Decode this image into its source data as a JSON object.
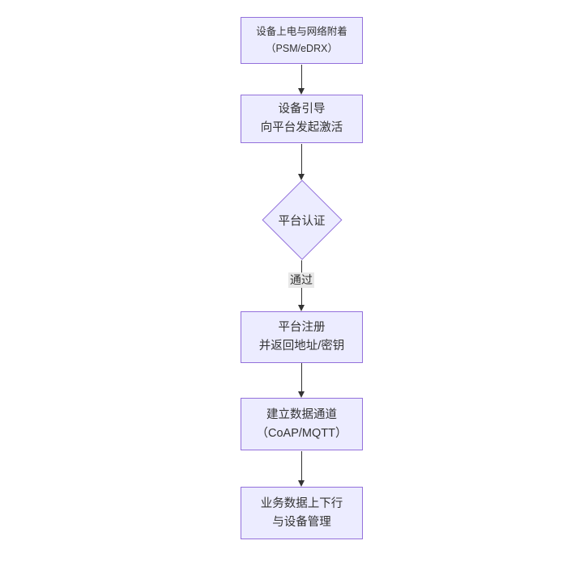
{
  "diagram": {
    "type": "flowchart",
    "direction": "top-down",
    "nodes": [
      {
        "id": "power-attach",
        "shape": "rect",
        "lines": [
          "设备上电与网络附着",
          "（PSM/eDRX）"
        ]
      },
      {
        "id": "bootstrap",
        "shape": "rect",
        "lines": [
          "设备引导",
          "向平台发起激活"
        ]
      },
      {
        "id": "platform-auth",
        "shape": "diamond",
        "lines": [
          "平台认证"
        ]
      },
      {
        "id": "register",
        "shape": "rect",
        "lines": [
          "平台注册",
          "并返回地址/密钥"
        ]
      },
      {
        "id": "data-channel",
        "shape": "rect",
        "lines": [
          "建立数据通道",
          "（CoAP/MQTT）"
        ]
      },
      {
        "id": "business-data",
        "shape": "rect",
        "lines": [
          "业务数据上下行",
          "与设备管理"
        ]
      }
    ],
    "edges": [
      {
        "from": "power-attach",
        "to": "bootstrap",
        "label": ""
      },
      {
        "from": "bootstrap",
        "to": "platform-auth",
        "label": ""
      },
      {
        "from": "platform-auth",
        "to": "register",
        "label": "通过"
      },
      {
        "from": "register",
        "to": "data-channel",
        "label": ""
      },
      {
        "from": "data-channel",
        "to": "business-data",
        "label": ""
      }
    ],
    "colors": {
      "node_fill": "#ECECFF",
      "node_border": "#9370DB",
      "text": "#333333",
      "arrow": "#333333",
      "edge_label_bg": "#e8e8e8",
      "background": "#ffffff"
    }
  }
}
